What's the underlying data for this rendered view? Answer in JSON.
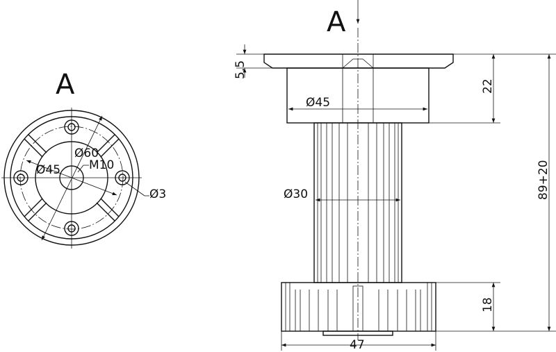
{
  "view_labels": {
    "top_view": "A",
    "arrow": "A"
  },
  "top_view_dims": {
    "outer_dia": "Ø60",
    "bolt_circle": "Ø45",
    "thread": "M10",
    "hole": "Ø3"
  },
  "side_view_dims": {
    "flange_thickness": "5.5",
    "collar_dia": "Ø45",
    "collar_height": "22",
    "column_dia": "Ø30",
    "total_height": "89+20",
    "base_height": "18",
    "base_width": "47"
  },
  "colors": {
    "line": "#111111",
    "background": "#ffffff"
  }
}
